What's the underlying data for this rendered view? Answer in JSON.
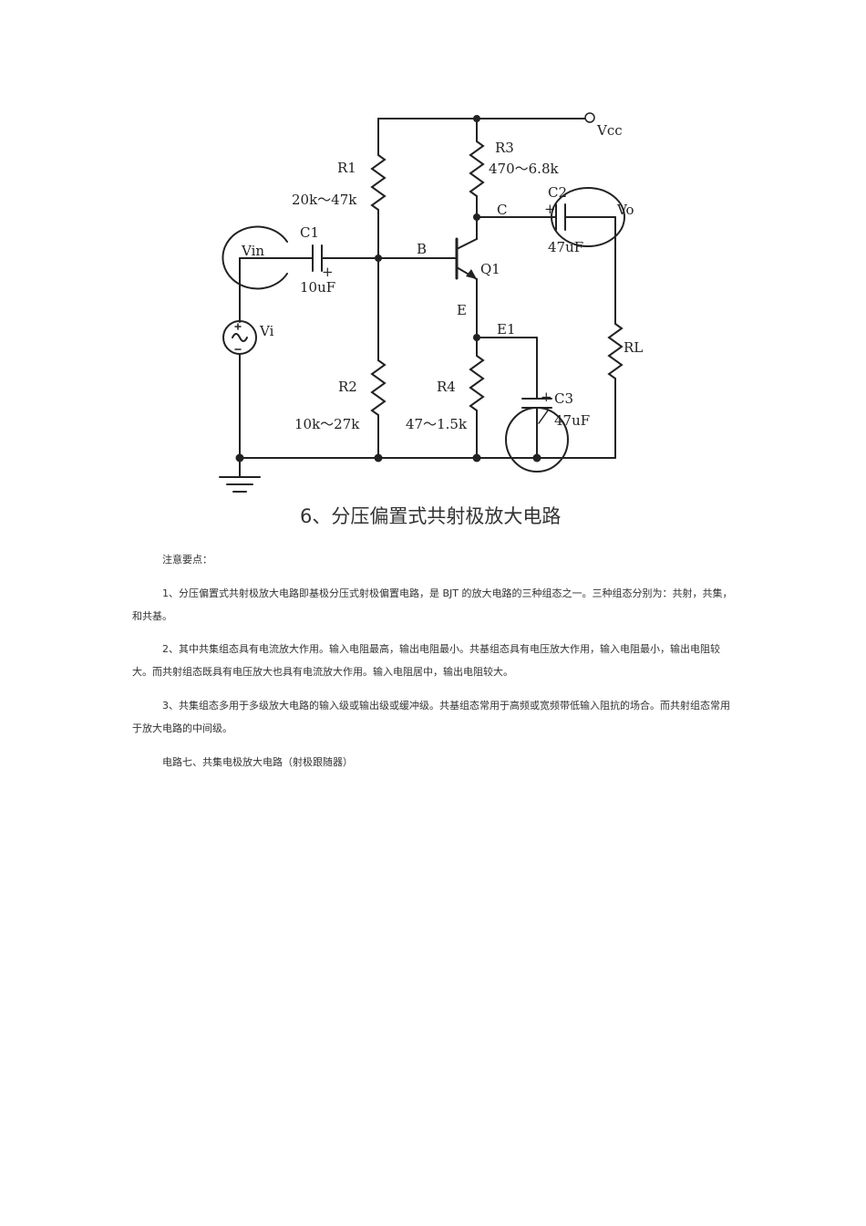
{
  "figure": {
    "caption": "6、分压偏置式共射极放大电路",
    "labels": {
      "vcc": "Vcc",
      "r1": "R1",
      "r1_value": "20k～47k",
      "r2": "R2",
      "r2_value": "10k～27k",
      "r3": "R3",
      "r3_value": "470～6.8k",
      "r4": "R4",
      "r4_value": "47～1.5k",
      "c1": "C1",
      "c1_value": "10uF",
      "c2": "C2",
      "c2_value": "47uF",
      "c3": "C3",
      "c3_value": "47uF",
      "node_b": "B",
      "node_c": "C",
      "node_e": "E",
      "node_e1": "E1",
      "q1": "Q1",
      "vin": "Vin",
      "vo": "Vo",
      "vi": "Vi",
      "rl": "RL",
      "plus": "+"
    }
  },
  "text": {
    "notes_heading": "注意要点：",
    "p1": "1、分压偏置式共射极放大电路即基极分压式射极偏置电路，是 BJT 的放大电路的三种组态之一。三种组态分别为：共射，共集，和共基。",
    "p2": "2、其中共集组态具有电流放大作用。输入电阻最高，输出电阻最小。共基组态具有电压放大作用，输入电阻最小，输出电阻较大。而共射组态既具有电压放大也具有电流放大作用。输入电阻居中，输出电阻较大。",
    "p3": "3、共集组态多用于多级放大电路的输入级或输出级或缓冲级。共基组态常用于高频或宽频带低输入阻抗的场合。而共射组态常用于放大电路的中间级。",
    "next_heading": "电路七、共集电极放大电路（射极跟随器）"
  }
}
